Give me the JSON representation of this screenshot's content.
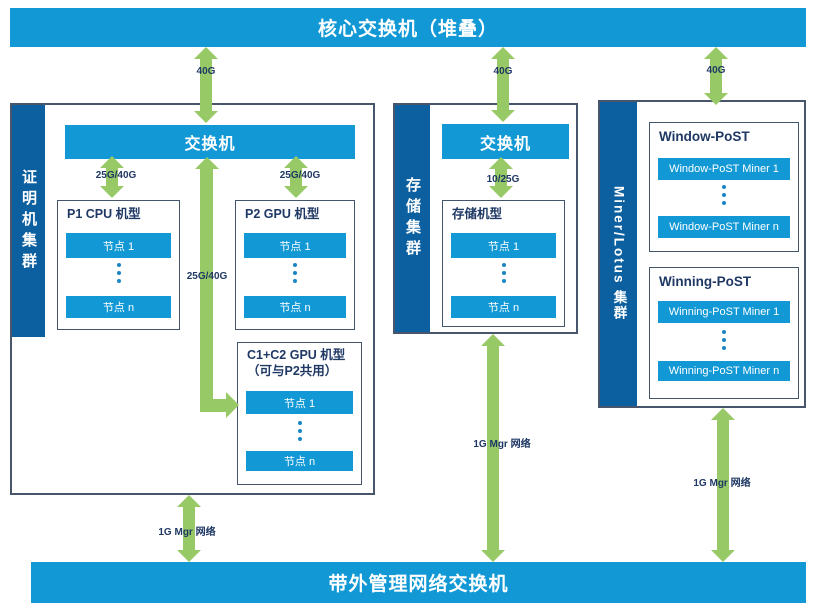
{
  "top_bar": {
    "label": "核心交换机（堆叠）"
  },
  "bottom_bar": {
    "label": "带外管理网络交换机"
  },
  "clusters": {
    "proving": {
      "sidebar": "证明机集群",
      "switch": "交换机",
      "p1": {
        "title": "P1 CPU 机型",
        "node_first": "节点 1",
        "node_last": "节点 n"
      },
      "p2": {
        "title": "P2 GPU 机型",
        "node_first": "节点 1",
        "node_last": "节点 n"
      },
      "c1c2": {
        "title_line1": "C1+C2 GPU 机型",
        "title_line2": "（可与P2共用）",
        "node_first": "节点 1",
        "node_last": "节点 n"
      }
    },
    "storage": {
      "sidebar": "存储集群",
      "switch": "交换机",
      "box": {
        "title": "存储机型",
        "node_first": "节点 1",
        "node_last": "节点 n"
      }
    },
    "miner": {
      "sidebar": "Miner/Lotus 集群",
      "window": {
        "title": "Window-PoST",
        "node_first": "Window-PoST Miner 1",
        "node_last": "Window-PoST Miner n"
      },
      "winning": {
        "title": "Winning-PoST",
        "node_first": "Winning-PoST Miner 1",
        "node_last": "Winning-PoST Miner n"
      }
    }
  },
  "links": {
    "core_proving": "40G",
    "core_storage": "40G",
    "core_miner": "40G",
    "sw_p1": "25G/40G",
    "sw_p2": "25G/40G",
    "sw_c1c2": "25G/40G",
    "sw_storage": "10/25G",
    "mgmt_proving": "1G Mgr 网络",
    "mgmt_storage": "1G Mgr 网络",
    "mgmt_miner": "1G Mgr 网络"
  },
  "colors": {
    "bar_blue": "#1299d5",
    "sidebar_blue": "#0d60a0",
    "arrow_green": "#97c967",
    "label_navy": "#1f3864"
  }
}
